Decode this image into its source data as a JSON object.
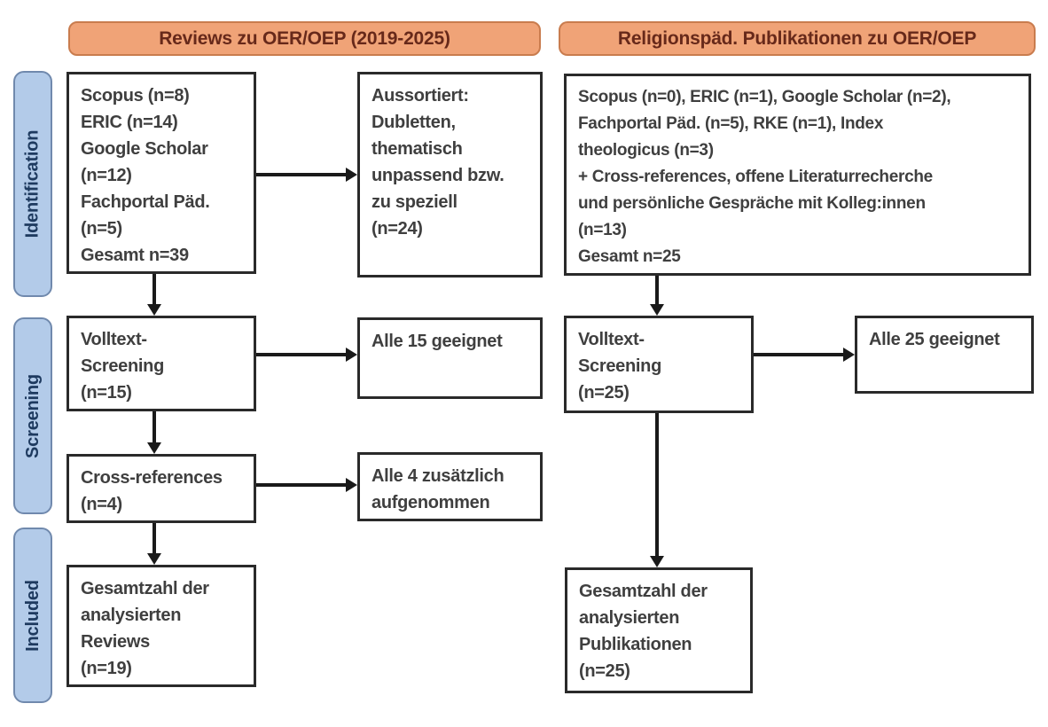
{
  "title_headers": {
    "left": "Reviews zu OER/OEP (2019-2025)",
    "right": "Religionspäd. Publikationen zu OER/OEP"
  },
  "stages": {
    "identification": "Identification",
    "screening": "Screening",
    "included": "Included"
  },
  "left_column": {
    "sources": "Scopus (n=8)\nERIC (n=14)\nGoogle Scholar\n(n=12)\nFachportal Päd.\n(n=5)\nGesamt n=39",
    "excluded": "Aussortiert:\nDubletten,\nthematisch\nunpassend bzw.\nzu speziell\n(n=24)",
    "fulltext": "Volltext-\nScreening\n(n=15)",
    "eligible": "Alle 15 geeignet",
    "crossref": "Cross-references\n(n=4)",
    "added": "Alle 4 zusätzlich\naufgenommen",
    "total": "Gesamtzahl der\nanalysierten\nReviews\n(n=19)"
  },
  "right_column": {
    "sources": "Scopus (n=0), ERIC (n=1), Google Scholar (n=2),\nFachportal Päd. (n=5), RKE (n=1), Index\ntheologicus (n=3)\n+ Cross-references, offene Literaturrecherche\nund persönliche Gespräche mit Kolleg:innen\n(n=13)\nGesamt n=25",
    "fulltext": "Volltext-\nScreening\n(n=25)",
    "eligible": "Alle 25 geeignet",
    "total": "Gesamtzahl der\nanalysierten\nPublikationen\n(n=25)"
  },
  "colors": {
    "header_fill": "#f0a377",
    "header_border": "#c97c4e",
    "header_text": "#67291a",
    "stage_fill": "#b3cbe9",
    "stage_border": "#7089ad",
    "stage_text": "#1e3a5f",
    "box_border": "#2a2a2a",
    "box_text": "#3f3f3f",
    "arrow": "#1a1a1a"
  }
}
